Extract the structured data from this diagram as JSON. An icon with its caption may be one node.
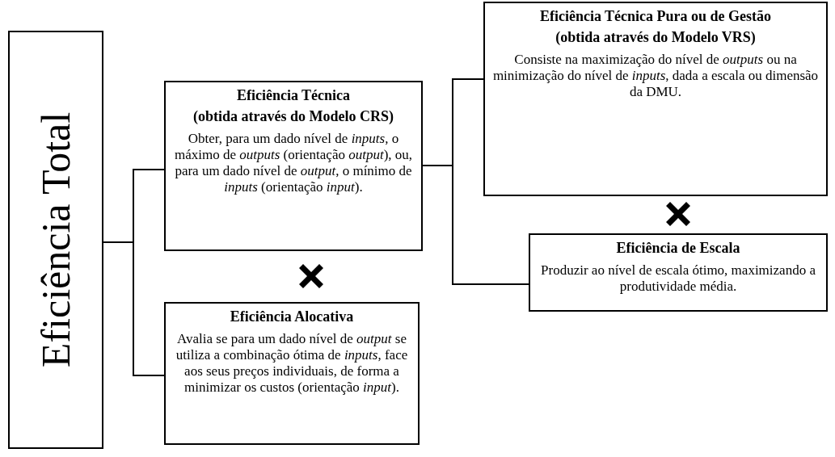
{
  "diagram": {
    "nodes": [
      {
        "text": [
          "Eficiência Total"
        ]
      },
      {
        "text": [
          "Eficiência Técnica",
          "(obtida através do Modelo CRS)",
          "Obter, para um dado nível de *inputs*, o máximo de *outputs* (orientação *output*), ou, para um dado nível de *output*, o mínimo de *inputs* (orientação *input*)."
        ]
      },
      {
        "text": [
          "Eficiência Alocativa",
          "Avalia se para um dado nível de *output* se utiliza a combinação ótima de *inputs*, face aos seus preços individuais, de forma a minimizar os custos (orientação *input*)."
        ]
      },
      {
        "text": [
          "Eficiência Técnica Pura ou de Gestão",
          "(obtida através do Modelo VRS)",
          "Consiste na maximização do nível de *outputs* ou na minimização do nível de *inputs*, dada a escala ou dimensão da DMU."
        ]
      },
      {
        "text": [
          "Eficiência de Escala",
          "Produzir ao nível de escala ótimo, maximizando a produtividade média."
        ]
      }
    ],
    "edges": [
      {
        "from": 0,
        "to": 1,
        "arrow": "none"
      },
      {
        "from": 0,
        "to": 2,
        "arrow": "none"
      },
      {
        "from": 1,
        "to": 3,
        "arrow": "none"
      },
      {
        "from": 1,
        "to": 4,
        "arrow": "none"
      }
    ]
  }
}
